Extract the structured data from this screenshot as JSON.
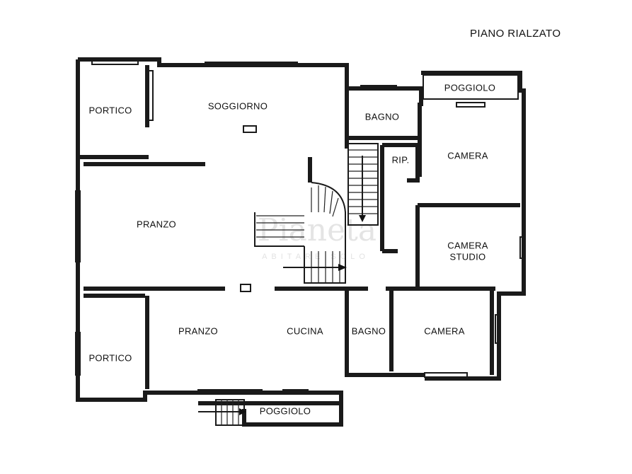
{
  "plan_title": "PIANO RIALZATO",
  "rooms": {
    "portico_top": "PORTICO",
    "soggiorno": "SOGGIORNO",
    "bagno_top": "BAGNO",
    "poggiolo_top": "POGGIOLO",
    "rip": "RIP.",
    "camera_top": "CAMERA",
    "pranzo_left": "PRANZO",
    "camera_studio_1": "CAMERA",
    "camera_studio_2": "STUDIO",
    "pranzo_bottom": "PRANZO",
    "cucina": "CUCINA",
    "bagno_bottom": "BAGNO",
    "camera_bottom": "CAMERA",
    "portico_bottom": "PORTICO",
    "poggiolo_bottom": "POGGIOLO"
  },
  "watermark": {
    "brand": "Pianeta",
    "tagline": "ABITARE SOLO"
  }
}
